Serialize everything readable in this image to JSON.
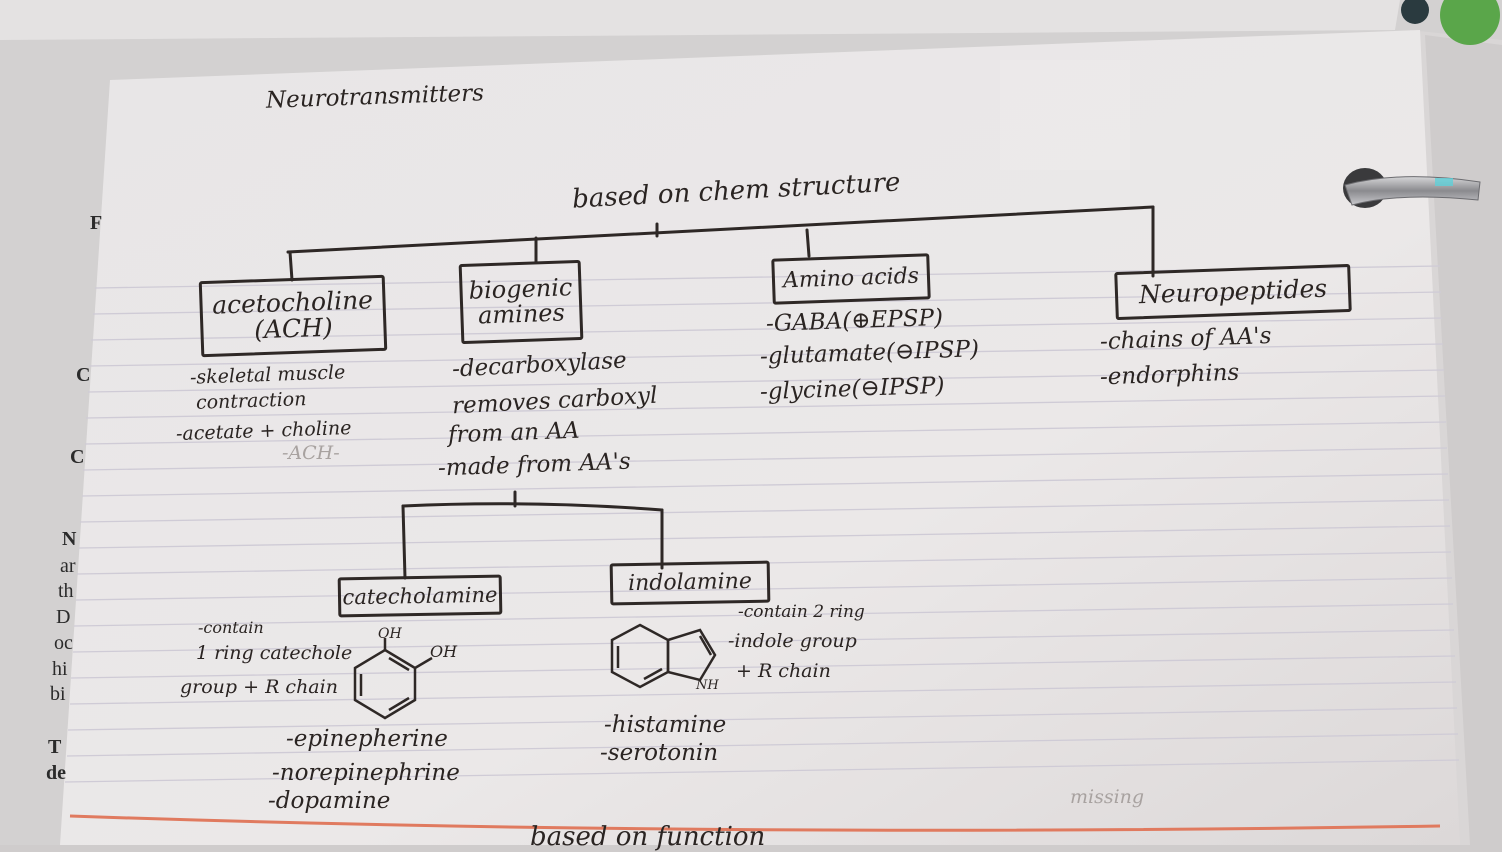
{
  "page": {
    "title": "Neurotransmitters",
    "subtitle": "based on chem structure"
  },
  "categories": {
    "ach": {
      "label": "acetocholine\n(ACH)",
      "notes": [
        "-skeletal muscle",
        "contraction",
        "-acetate + choline"
      ],
      "faint_note": "-ACH-"
    },
    "biogenic": {
      "label": "biogenic\namines",
      "notes": [
        "-decarboxylase",
        "removes carboxyl",
        "from an AA",
        "-made from AA's"
      ]
    },
    "amino": {
      "label": "Amino acids",
      "notes": [
        "-GABA(⊕EPSP)",
        "-glutamate(⊖IPSP)",
        "-glycine(⊖IPSP)"
      ]
    },
    "neuro": {
      "label": "Neuropeptides",
      "notes": [
        "-chains of AA's",
        "-endorphins"
      ]
    }
  },
  "subcategories": {
    "catechol": {
      "label": "catecholamine",
      "notes": [
        "-contain",
        "1 ring catechole",
        "group + R chain"
      ],
      "struct_labels": [
        "OH",
        "OH"
      ],
      "examples": [
        "-epinepherine",
        "-norepinephrine",
        "-dopamine"
      ]
    },
    "indol": {
      "label": "indolamine",
      "notes": [
        "-contain 2 ring",
        "-indole group",
        "+ R chain"
      ],
      "struct_label": "NH",
      "examples": [
        "-histamine",
        "-serotonin"
      ]
    }
  },
  "bottom_text": [
    "based on function",
    "missing"
  ],
  "bleed_through": [
    "F",
    "C",
    "C",
    "N",
    "ar",
    "th",
    "D",
    "oc",
    "hi",
    "bi",
    "T",
    "de"
  ],
  "colors": {
    "paper": "#e9e6e6",
    "ink": "#2a2422",
    "rule_lines": "#cfcbd6",
    "margin_line": "#e07a5f",
    "ring": "#9a9a9c"
  }
}
